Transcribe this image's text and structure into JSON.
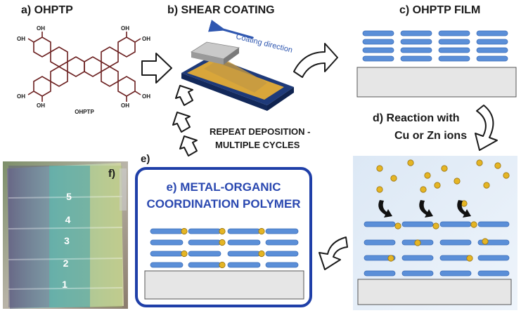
{
  "panel_a": {
    "label": "a) OHPTP",
    "molecule_name": "OHPTP",
    "hydroxyl": "OH"
  },
  "panel_b": {
    "label": "b) SHEAR COATING",
    "arrow_text": "Coating direction"
  },
  "panel_c": {
    "label": "c) OHPTP FILM"
  },
  "panel_d": {
    "label_line1": "d) Reaction with",
    "label_line2": "Cu or Zn ions"
  },
  "panel_e": {
    "letter": "e)",
    "title_line1": "e) METAL-ORGANIC",
    "title_line2": "COORDINATION POLYMER",
    "repeat_line1": "REPEAT DEPOSITION -",
    "repeat_line2": "MULTIPLE CYCLES"
  },
  "panel_f": {
    "label": "f)",
    "steps": [
      "5",
      "4",
      "3",
      "2",
      "1"
    ]
  },
  "colors": {
    "molecule_bond": "#6b1f1f",
    "rod_fill": "#5b8fd8",
    "rod_stroke": "#3b6cb8",
    "ion_fill": "#e5b524",
    "ion_stroke": "#9a7410",
    "substrate": "#e6e6e6",
    "border_blue": "#1f3fa8",
    "title_blue": "#2a48b0"
  }
}
